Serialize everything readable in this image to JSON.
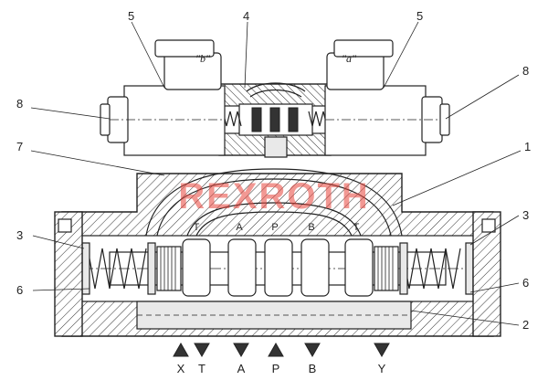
{
  "callouts": {
    "c1": "1",
    "c2": "2",
    "c3_left": "3",
    "c3_right": "3",
    "c4": "4",
    "c5_left": "5",
    "c5_right": "5",
    "c6_left": "6",
    "c6_right": "6",
    "c7": "7",
    "c8_left": "8",
    "c8_right": "8"
  },
  "solenoids": {
    "left": "\"b\"",
    "right": "\"a\""
  },
  "inner_ports": [
    "T",
    "A",
    "P",
    "B",
    "T"
  ],
  "bottom_ports": [
    {
      "label": "X",
      "direction": "up"
    },
    {
      "label": "T",
      "direction": "down"
    },
    {
      "label": "A",
      "direction": "down"
    },
    {
      "label": "P",
      "direction": "up"
    },
    {
      "label": "B",
      "direction": "down"
    },
    {
      "label": "Y",
      "direction": "down"
    }
  ],
  "watermark": "REXROTH",
  "colors": {
    "line": "#222222",
    "watermark": "#e8453c"
  }
}
